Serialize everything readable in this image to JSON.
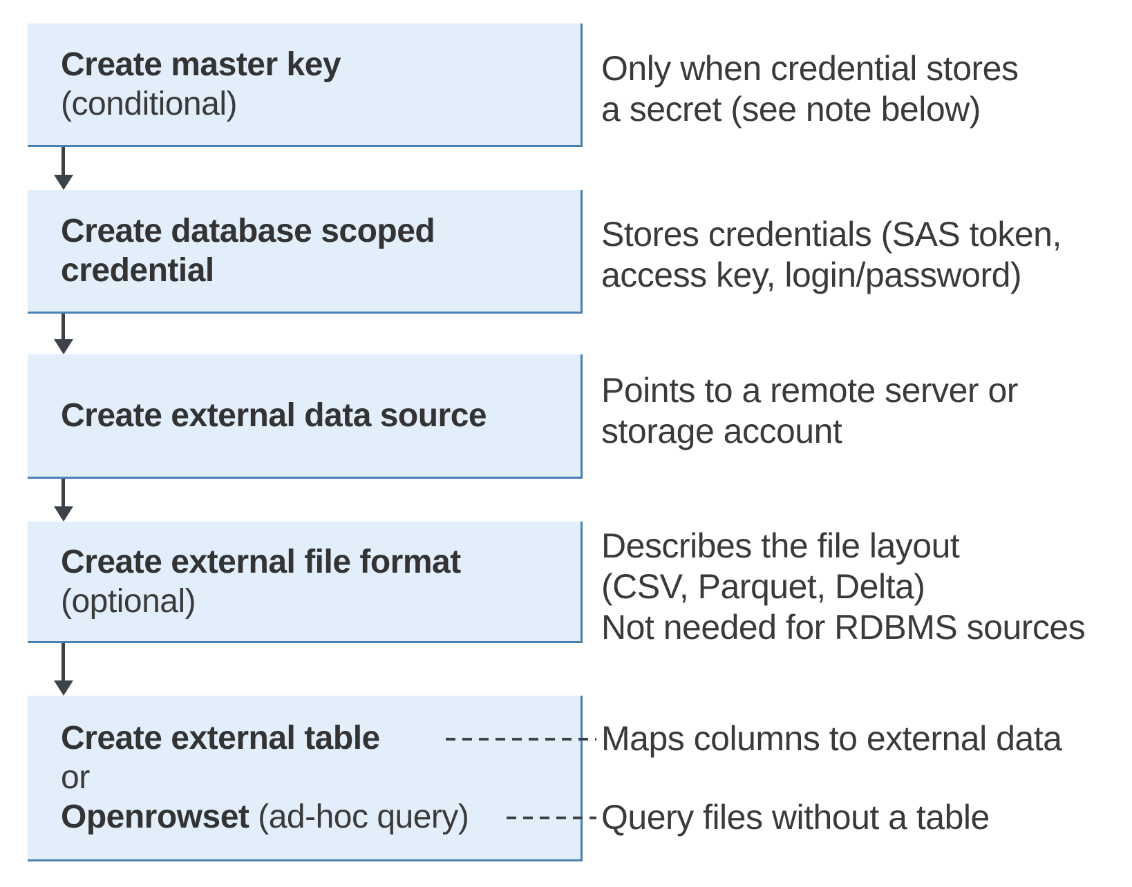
{
  "flow": {
    "boxes": [
      {
        "name": "create-master-key",
        "lines": [
          {
            "text": "Create master key",
            "bold": true
          },
          {
            "text": "(conditional)",
            "bold": false
          }
        ]
      },
      {
        "name": "create-database-scoped-credential",
        "lines": [
          {
            "text": "Create database scoped",
            "bold": true
          },
          {
            "text": "credential",
            "bold": true
          }
        ]
      },
      {
        "name": "create-external-data-source",
        "lines": [
          {
            "text": "Create external data source",
            "bold": true
          }
        ]
      },
      {
        "name": "create-external-file-format",
        "lines": [
          {
            "text": "Create external file format",
            "bold": true
          },
          {
            "text": "(optional)",
            "bold": false
          }
        ]
      },
      {
        "name": "create-external-table-or-openrowset",
        "lines": [
          {
            "text": "Create external table",
            "bold": true
          },
          {
            "text": "or",
            "bold": false
          },
          {
            "bold_part": "Openrowset",
            "regular_part": " (ad-hoc query)",
            "bold": "mixed"
          }
        ]
      }
    ],
    "notes": [
      {
        "lines": [
          "Only when credential stores",
          "a secret (see note below)"
        ]
      },
      {
        "lines": [
          "Stores credentials (SAS token,",
          "access key, login/password)"
        ]
      },
      {
        "lines": [
          "Points to a remote server or",
          "storage account"
        ]
      },
      {
        "lines": [
          "Describes the file layout",
          "(CSV, Parquet, Delta)",
          "Not needed for RDBMS sources"
        ]
      },
      {
        "lines": [
          "Maps columns to external data"
        ]
      },
      {
        "lines": [
          "Query files without a table"
        ]
      }
    ],
    "colors": {
      "box_fill": "#e3eefb",
      "box_border": "#4a80b6",
      "arrow": "#3d4148",
      "text": "#3a3a3a",
      "background": "#ffffff"
    }
  }
}
